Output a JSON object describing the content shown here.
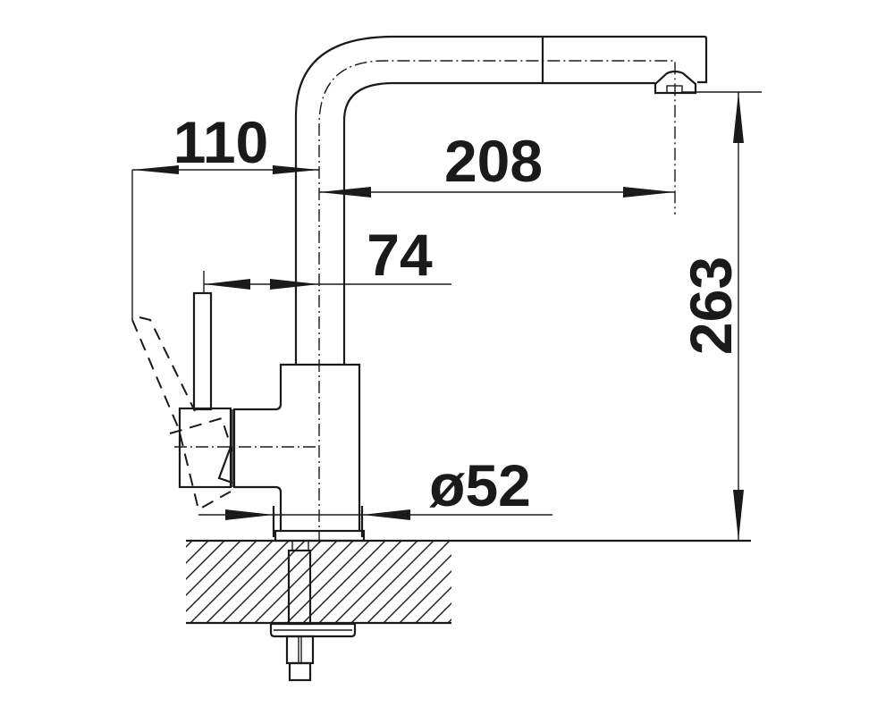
{
  "title": "Kitchen faucet dimension drawing",
  "dimensions": {
    "spout_reach_handle": "110",
    "spout_reach": "208",
    "handle_offset": "74",
    "base_diameter": "ø52",
    "height": "263"
  },
  "colors": {
    "line": "#1a1a1a",
    "background": "#ffffff"
  }
}
